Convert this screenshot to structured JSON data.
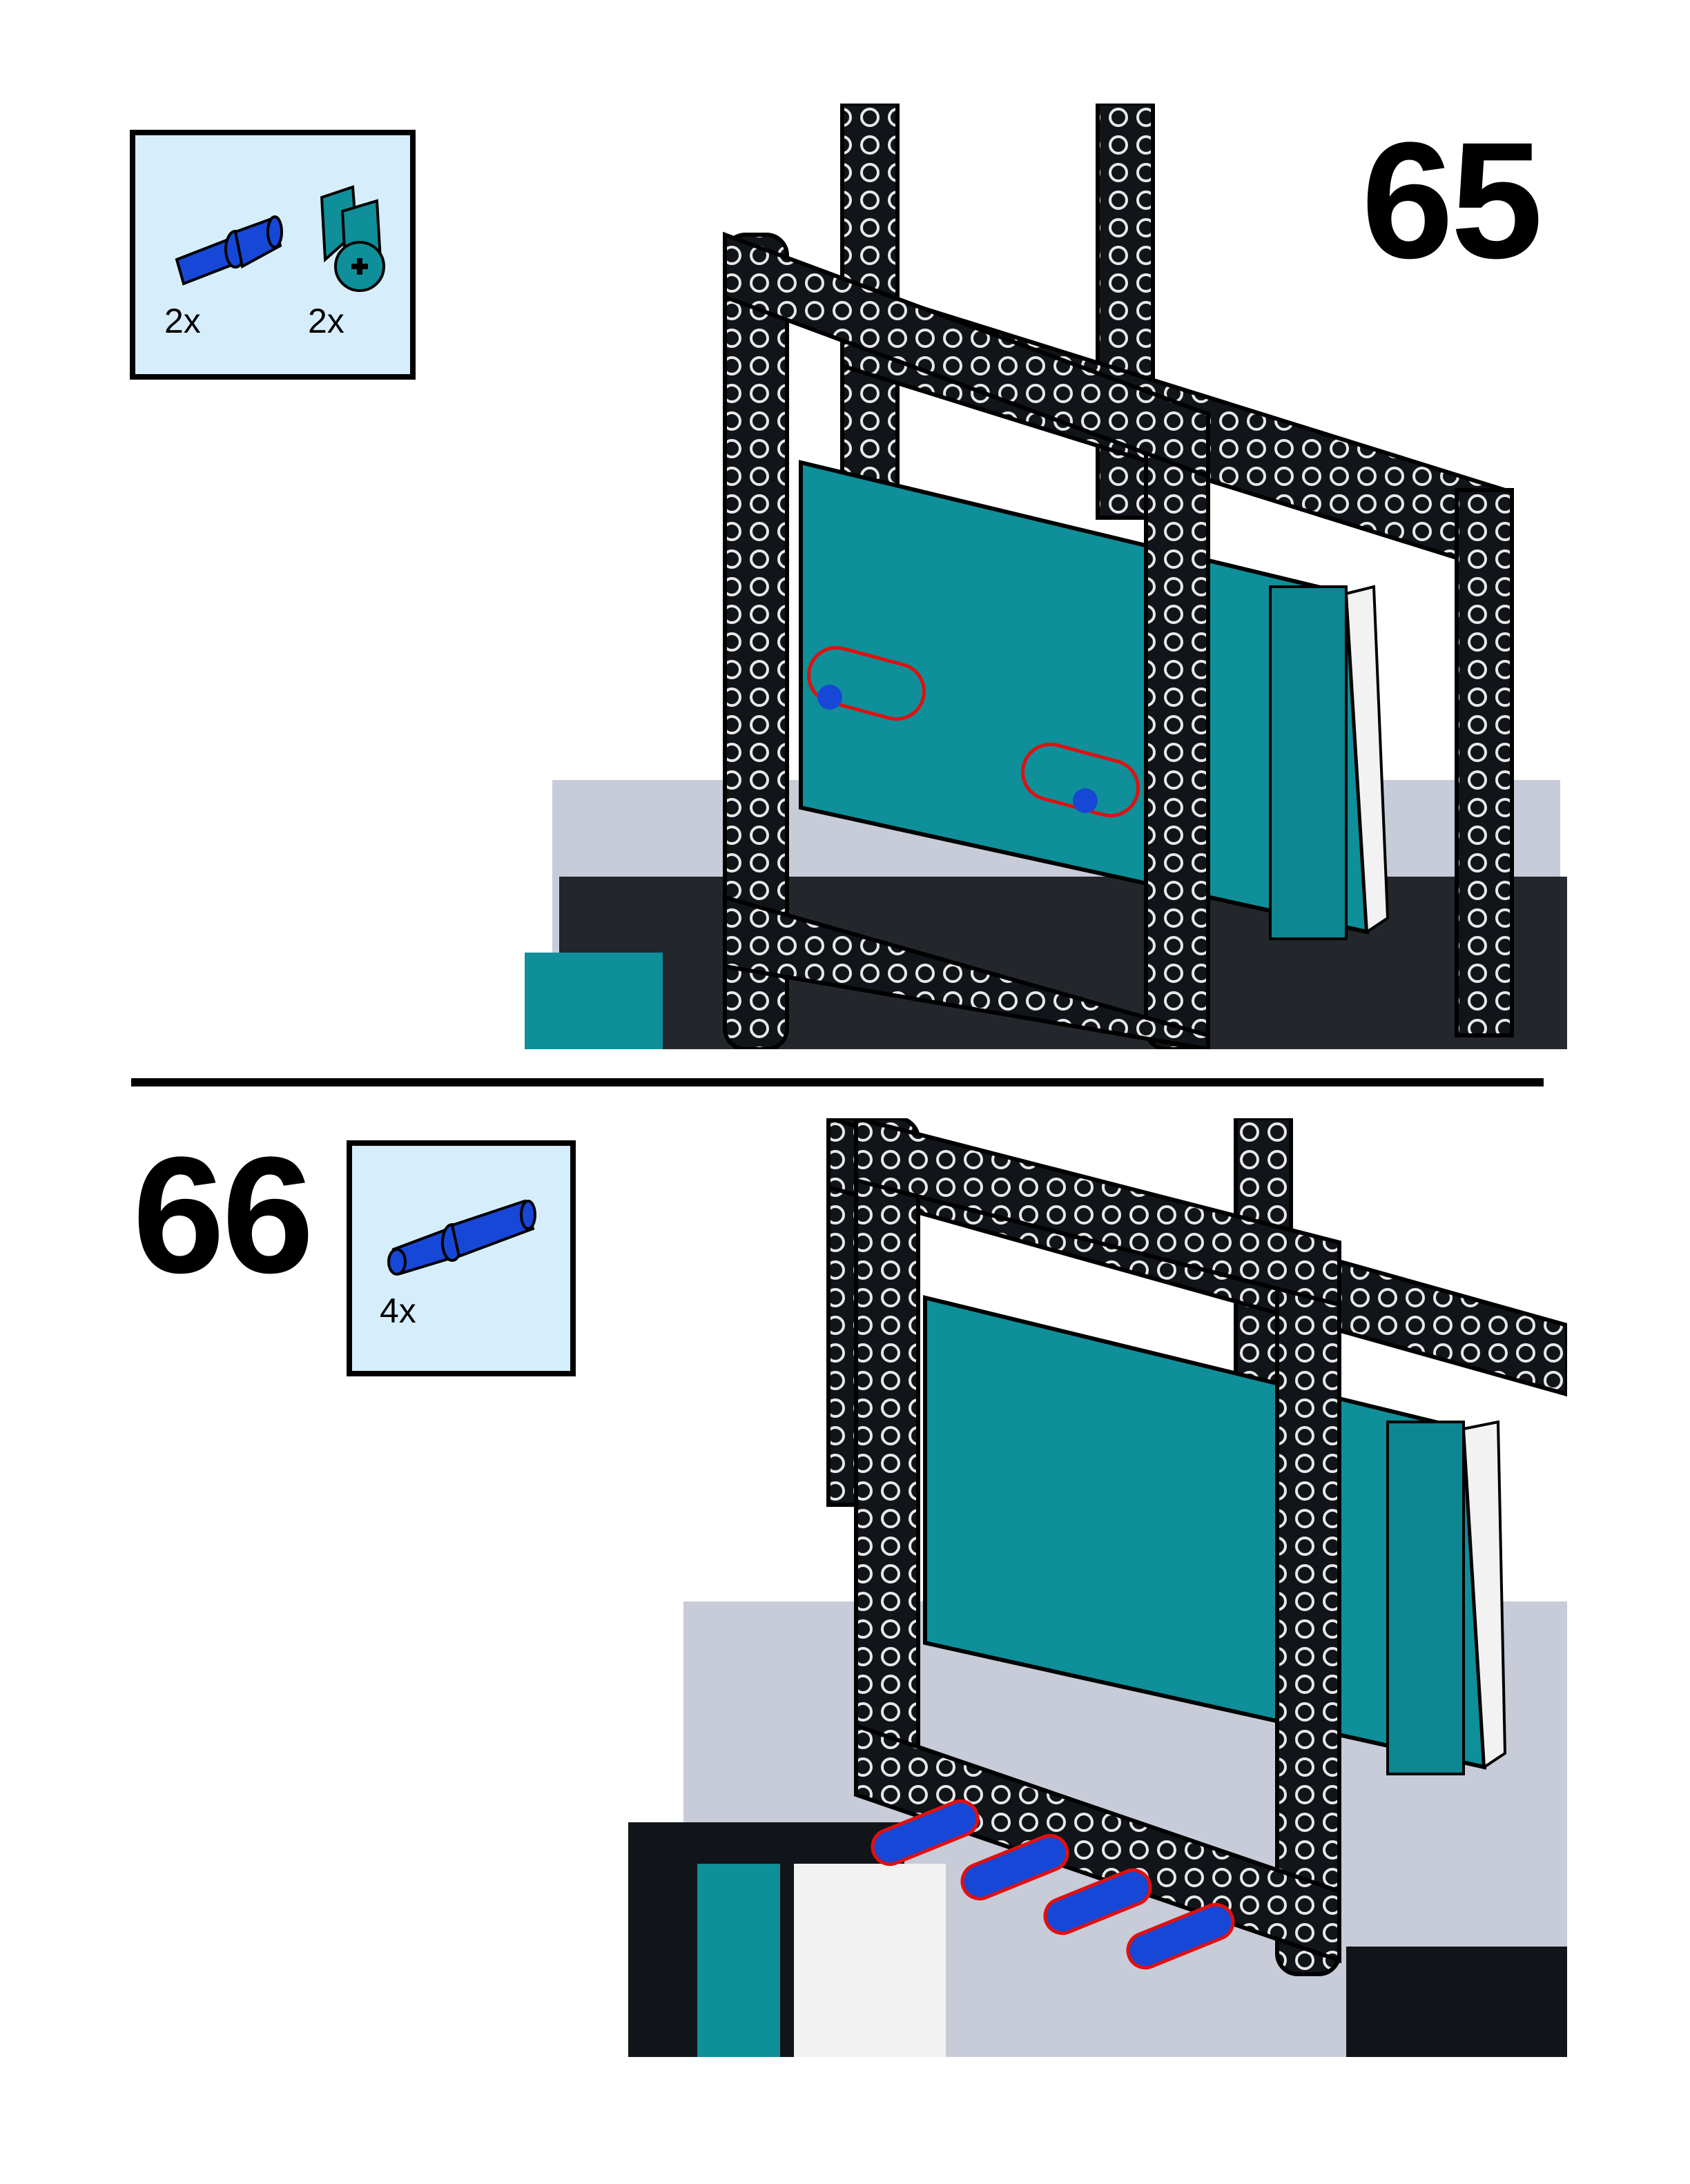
{
  "steps": [
    {
      "number": "65",
      "parts": [
        {
          "name": "axle-pin",
          "color": "#1747d6",
          "quantity": "2x"
        },
        {
          "name": "pin-connector",
          "color": "#0f8f99",
          "quantity": "2x"
        }
      ]
    },
    {
      "number": "66",
      "parts": [
        {
          "name": "long-pin",
          "color": "#1747d6",
          "quantity": "4x"
        }
      ]
    }
  ],
  "colors": {
    "parts_box_bg": "#d6eefc",
    "hub_teal": "#0f8f99",
    "beam_black": "#111418",
    "highlight_red": "#e01010",
    "pin_blue": "#1747d6"
  }
}
